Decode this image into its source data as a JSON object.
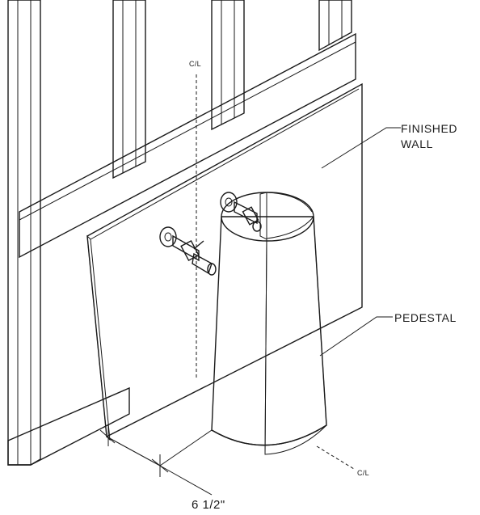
{
  "labels": {
    "finished_wall_line1": "FINISHED",
    "finished_wall_line2": "WALL",
    "pedestal": "PEDESTAL",
    "centerline_top": "C/L",
    "centerline_bottom": "C/L",
    "dimension": "6 1/2\""
  },
  "colors": {
    "line": "#1a1a1a",
    "panel": "#e3e3e3",
    "framing": "#f4f4f4",
    "pedestal_light": "#ffffff",
    "pedestal_shade": "#e6e6e6"
  }
}
